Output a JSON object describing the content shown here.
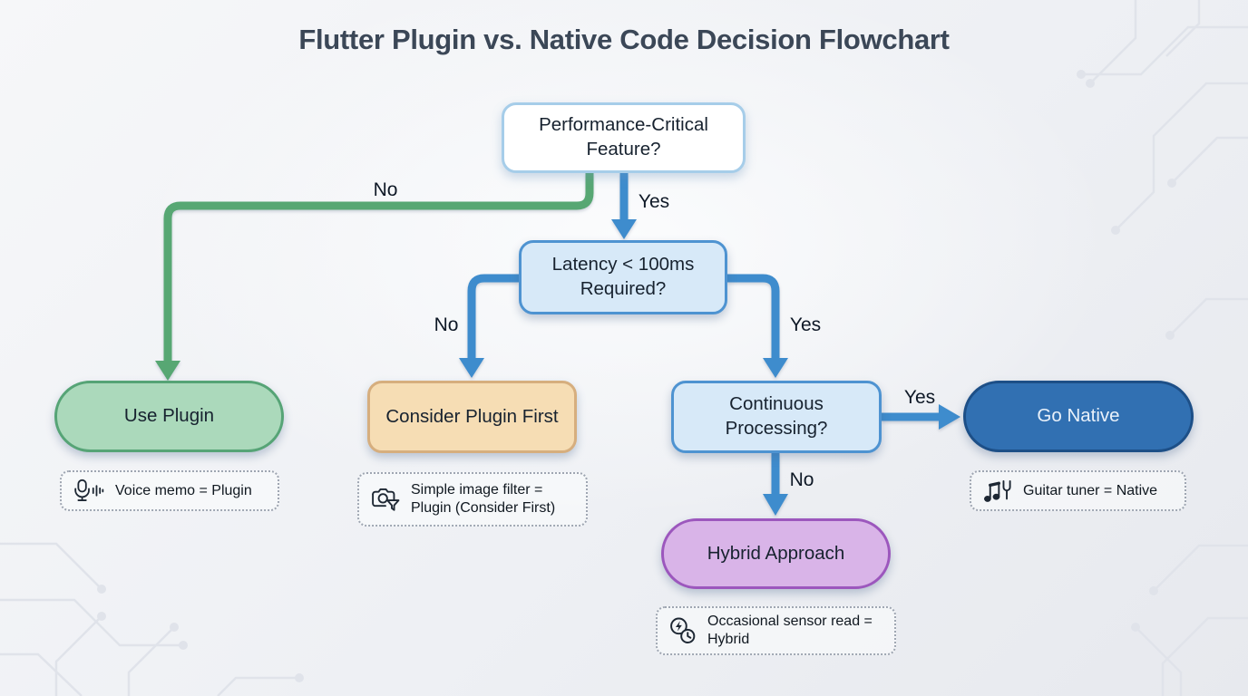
{
  "title": "Flutter Plugin vs. Native Code Decision Flowchart",
  "nodes": {
    "start": {
      "label": "Performance-Critical Feature?",
      "type": "decision"
    },
    "latency": {
      "label": "Latency < 100ms Required?",
      "type": "decision"
    },
    "continuous": {
      "label": "Continuous Processing?",
      "type": "decision"
    },
    "use_plugin": {
      "label": "Use Plugin",
      "type": "result"
    },
    "consider": {
      "label": "Consider Plugin First",
      "type": "result"
    },
    "go_native": {
      "label": "Go Native",
      "type": "result"
    },
    "hybrid": {
      "label": "Hybrid Approach",
      "type": "result"
    }
  },
  "edges": {
    "start_no": "No",
    "start_yes": "Yes",
    "latency_no": "No",
    "latency_yes": "Yes",
    "continuous_yes": "Yes",
    "continuous_no": "No"
  },
  "examples": {
    "plugin": {
      "icon": "microphone-waveform-icon",
      "text": "Voice memo = Plugin"
    },
    "consider": {
      "icon": "camera-filter-icon",
      "text": "Simple image filter = Plugin (Consider First)"
    },
    "native": {
      "icon": "music-notes-tuning-fork-icon",
      "text": "Guitar tuner = Native"
    },
    "hybrid": {
      "icon": "bolt-clock-icon",
      "text": "Occasional sensor read = Hybrid"
    }
  },
  "colors": {
    "arrow_green": "#57a773",
    "arrow_blue": "#3e8ccd",
    "start_fill": "#ffffff",
    "start_border": "#a6cde9",
    "question_fill": "#d7e9f8",
    "question_border": "#4e93d1",
    "plugin_fill": "#abd9bb",
    "plugin_border": "#56a476",
    "consider_fill": "#f6ddb4",
    "consider_border": "#d6ae7e",
    "native_fill": "#3170b2",
    "native_border": "#1d4f87",
    "hybrid_fill": "#d9b4e8",
    "hybrid_border": "#9c57bd",
    "title_color": "#3b4757"
  }
}
